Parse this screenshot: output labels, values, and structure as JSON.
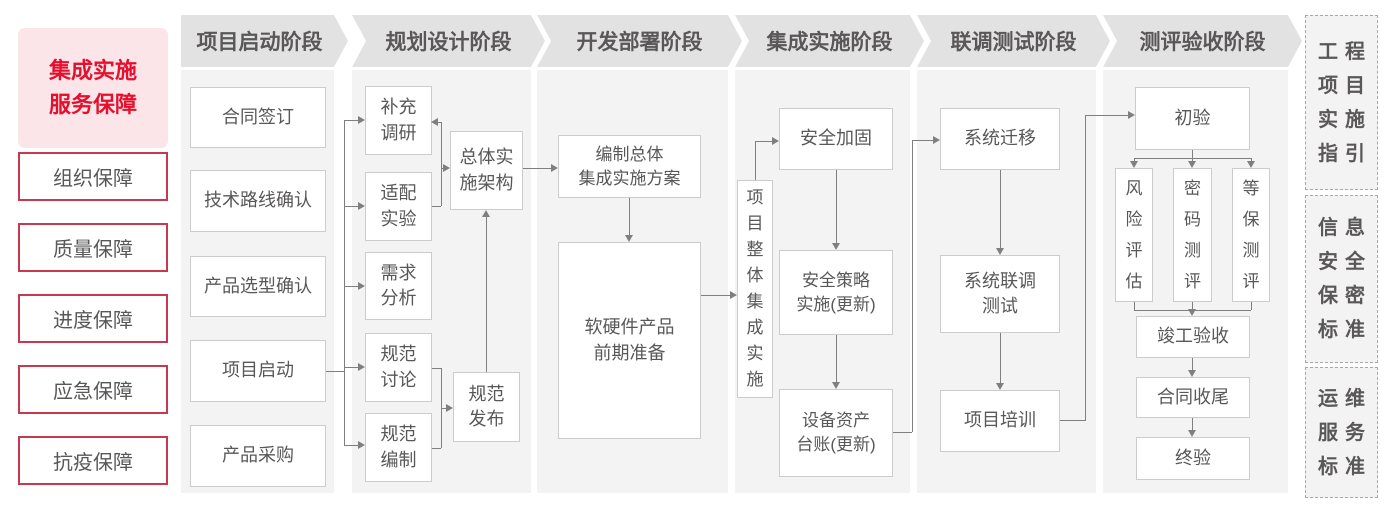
{
  "sidebar_left": {
    "title_lines": [
      "集成实施",
      "服务保障"
    ],
    "items": [
      "组织保障",
      "质量保障",
      "进度保障",
      "应急保障",
      "抗疫保障"
    ]
  },
  "phases": [
    "项目启动阶段",
    "规划设计阶段",
    "开发部署阶段",
    "集成实施阶段",
    "联调测试阶段",
    "测评验收阶段"
  ],
  "flow": {
    "phase1": {
      "boxes": [
        {
          "lines": [
            "合同签订"
          ]
        },
        {
          "lines": [
            "技术路线确认"
          ]
        },
        {
          "lines": [
            "产品选型确认"
          ]
        },
        {
          "lines": [
            "项目启动"
          ]
        },
        {
          "lines": [
            "产品采购"
          ]
        }
      ]
    },
    "phase2": {
      "boxes": [
        {
          "lines": [
            "补充",
            "调研"
          ]
        },
        {
          "lines": [
            "适配",
            "实验"
          ]
        },
        {
          "lines": [
            "需求",
            "分析"
          ]
        },
        {
          "lines": [
            "规范",
            "讨论"
          ]
        },
        {
          "lines": [
            "规范",
            "编制"
          ]
        },
        {
          "lines": [
            "总体实",
            "施架构"
          ]
        },
        {
          "lines": [
            "规范",
            "发布"
          ]
        }
      ]
    },
    "phase3": {
      "boxes": [
        {
          "lines": [
            "编制总体",
            "集成实施方案"
          ]
        },
        {
          "lines": [
            "软硬件产品",
            "前期准备"
          ]
        }
      ]
    },
    "phase4": {
      "vertical_box": "项目整体集成实施",
      "boxes": [
        {
          "lines": [
            "安全加固"
          ]
        },
        {
          "lines": [
            "安全策略",
            "实施(更新)"
          ]
        },
        {
          "lines": [
            "设备资产",
            "台账(更新)"
          ]
        }
      ]
    },
    "phase5": {
      "boxes": [
        {
          "lines": [
            "系统迁移"
          ]
        },
        {
          "lines": [
            "系统联调",
            "测试"
          ]
        },
        {
          "lines": [
            "项目培训"
          ]
        }
      ]
    },
    "phase6": {
      "boxes": [
        {
          "lines": [
            "初验"
          ]
        },
        {
          "lines": [
            "竣工验收"
          ]
        },
        {
          "lines": [
            "合同收尾"
          ]
        },
        {
          "lines": [
            "终验"
          ]
        }
      ],
      "vertical_boxes": [
        "风险评估",
        "密码测评",
        "等保测评"
      ]
    }
  },
  "sidebar_right": {
    "boxes": [
      {
        "lines": [
          "工程",
          "项目",
          "实施",
          "指引"
        ]
      },
      {
        "lines": [
          "信息",
          "安全",
          "保密",
          "标准"
        ]
      },
      {
        "lines": [
          "运维",
          "服务",
          "标准"
        ]
      }
    ]
  },
  "colors": {
    "accent_red": "#e60f2d",
    "pink_bg": "#fbe5e8",
    "red_border": "#c8384e",
    "panel_bg": "#f4f3f3",
    "header_bg": "#e3e2e2",
    "text_gray": "#595757",
    "line_gray": "#7f7f7f",
    "box_border": "#cccccc"
  }
}
